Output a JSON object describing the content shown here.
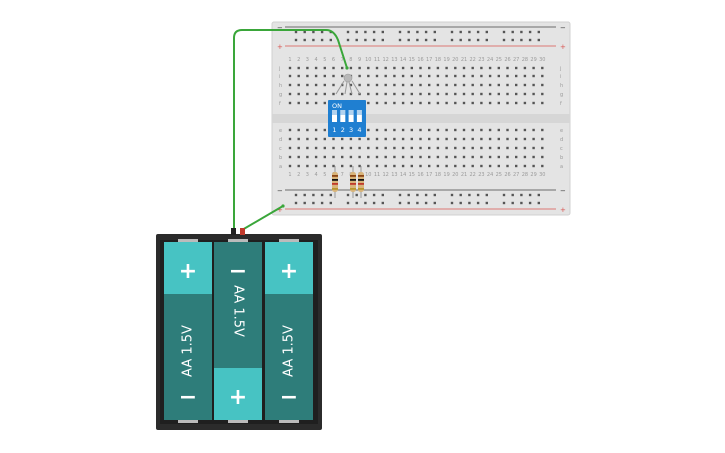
{
  "breadboard": {
    "columns": 30,
    "column_labels": [
      "1",
      "2",
      "3",
      "4",
      "5",
      "6",
      "7",
      "8",
      "9",
      "10",
      "11",
      "12",
      "13",
      "14",
      "15",
      "16",
      "17",
      "18",
      "19",
      "20",
      "21",
      "22",
      "23",
      "24",
      "25",
      "26",
      "27",
      "28",
      "29",
      "30"
    ],
    "top_rows": [
      "j",
      "i",
      "h",
      "g",
      "f"
    ],
    "bottom_rows": [
      "e",
      "d",
      "c",
      "b",
      "a"
    ],
    "rail_minus": "−",
    "rail_plus": "+",
    "rail_red_color": "#d9534f",
    "rail_black_color": "#333333"
  },
  "dip_switch": {
    "on_label": "ON",
    "switch_numbers": [
      "1",
      "2",
      "3",
      "4"
    ],
    "color": "#1f7fd1"
  },
  "resistors": {
    "count": 3
  },
  "battery_pack": {
    "cells": [
      {
        "label": "AA 1.5V",
        "top_terminal": "+",
        "bottom_terminal": "−"
      },
      {
        "label": "AA 1.5V",
        "top_terminal": "−",
        "bottom_terminal": "+"
      },
      {
        "label": "AA 1.5V",
        "top_terminal": "+",
        "bottom_terminal": "−"
      }
    ],
    "cell_color": "#2e7d7a",
    "cap_color": "#47c3c3",
    "case_color": "#2b2b2b"
  },
  "wires": {
    "color": "#3aa63a"
  },
  "led": {
    "color": "#b8b8b8"
  }
}
